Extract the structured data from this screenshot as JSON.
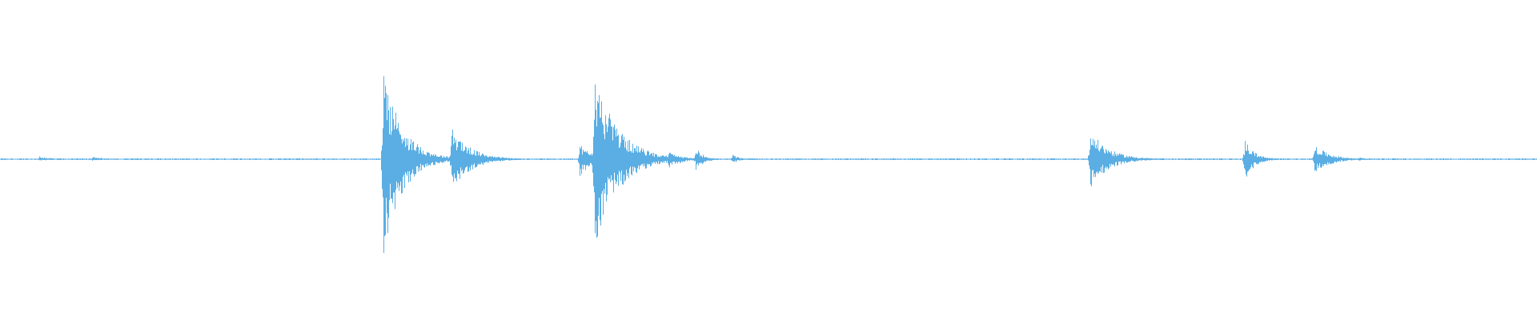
{
  "waveform": {
    "color": "#5aaee3",
    "background": "#ffffff",
    "peak_scale": 1.0,
    "events": [
      {
        "t": 0.0255,
        "amp_up": 0.03,
        "amp_down": 0.02,
        "decay": 0.008
      },
      {
        "t": 0.0595,
        "amp_up": 0.03,
        "amp_down": 0.02,
        "decay": 0.008
      },
      {
        "t": 0.249,
        "amp_up": 0.99,
        "amp_down": 1.0,
        "decay": 0.012
      },
      {
        "t": 0.2545,
        "amp_up": 0.42,
        "amp_down": 0.44,
        "decay": 0.01
      },
      {
        "t": 0.2935,
        "amp_up": 0.33,
        "amp_down": 0.33,
        "decay": 0.012
      },
      {
        "t": 0.3185,
        "amp_up": 0.04,
        "amp_down": 0.03,
        "decay": 0.008
      },
      {
        "t": 0.377,
        "amp_up": 0.16,
        "amp_down": 0.18,
        "decay": 0.008
      },
      {
        "t": 0.3865,
        "amp_up": 0.9,
        "amp_down": 0.9,
        "decay": 0.015
      },
      {
        "t": 0.4345,
        "amp_up": 0.08,
        "amp_down": 0.1,
        "decay": 0.008
      },
      {
        "t": 0.4525,
        "amp_up": 0.12,
        "amp_down": 0.12,
        "decay": 0.005
      },
      {
        "t": 0.4765,
        "amp_up": 0.05,
        "amp_down": 0.05,
        "decay": 0.004
      },
      {
        "t": 0.709,
        "amp_up": 0.3,
        "amp_down": 0.3,
        "decay": 0.012
      },
      {
        "t": 0.8095,
        "amp_up": 0.22,
        "amp_down": 0.24,
        "decay": 0.006
      },
      {
        "t": 0.855,
        "amp_up": 0.15,
        "amp_down": 0.15,
        "decay": 0.01
      },
      {
        "t": 0.8835,
        "amp_up": 0.02,
        "amp_down": 0.02,
        "decay": 0.006
      }
    ],
    "noise_floor": 0.006
  }
}
